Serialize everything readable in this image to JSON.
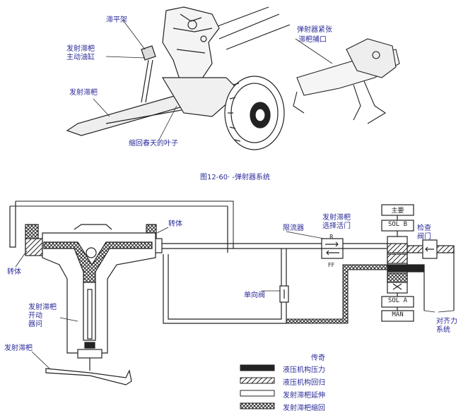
{
  "top_labels": {
    "stabilizer": "滞平架",
    "launch_bar_actuator_line1": "发射滞杷",
    "launch_bar_actuator_line2": "主动油缸",
    "launch_bar": "发射滞杷",
    "retract_spring": "缩回春天的叶子",
    "catapult_tension_line1": "弹射器紧张",
    "catapult_tension_line2": "滞杷捕口",
    "figure_caption": "图12-60·  -弹射器系统"
  },
  "bottom_labels": {
    "swivel_left": "转体",
    "swivel_top": "转体",
    "restrictor": "限流器",
    "selector_valve_line1": "发射滞杷",
    "selector_valve_line2": "选择活门",
    "valve_R": "R",
    "valve_FF": "FF",
    "check_valve": "单向阀",
    "actuator_line1": "发射滞杷",
    "actuator_line2": "开动",
    "actuator_line3": "器问",
    "launch_bar": "发射滞杷",
    "main_box": "主要",
    "sol_b": "SOL B",
    "sol_a": "SOL A",
    "man": "MAN",
    "inspection_line1": "检查",
    "inspection_line2": "阀门",
    "alignment_line1": "对齐力",
    "alignment_line2": "系统"
  },
  "legend": {
    "title": "传奇",
    "items": [
      {
        "label": "液压机构压力",
        "pattern": "solid"
      },
      {
        "label": "液压机构回归",
        "pattern": "hatch"
      },
      {
        "label": "发射滞杷延伸",
        "pattern": "empty"
      },
      {
        "label": "发射滞杷缩回",
        "pattern": "crosshatch"
      }
    ]
  },
  "colors": {
    "line": "#222222",
    "text": "#2a2a9a"
  }
}
